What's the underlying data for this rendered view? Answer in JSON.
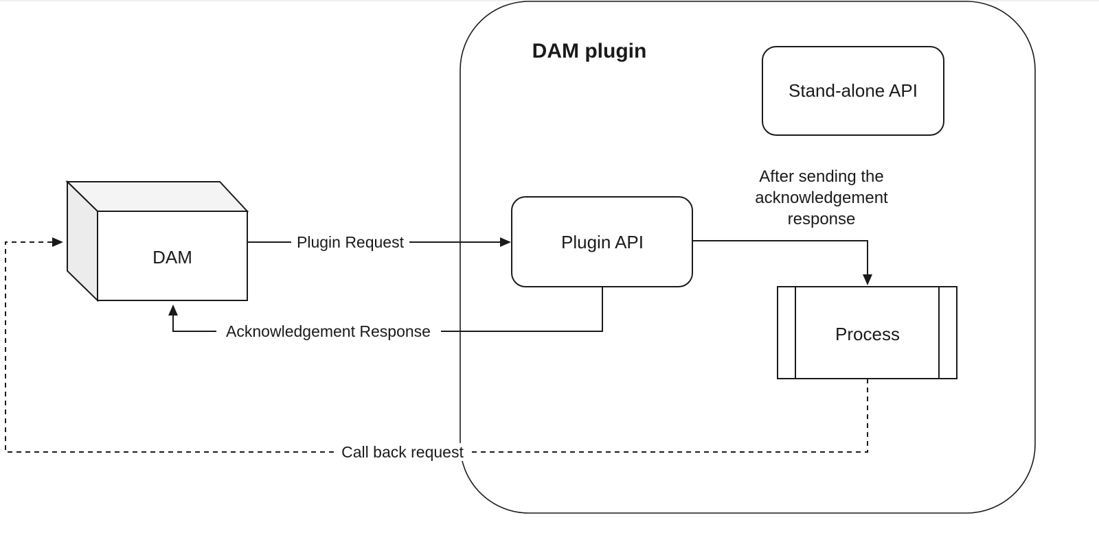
{
  "diagram": {
    "container": {
      "label": "DAM plugin"
    },
    "nodes": {
      "dam": {
        "label": "DAM",
        "shape": "cube"
      },
      "standalone_api": {
        "label": "Stand-alone API",
        "shape": "rounded-rect"
      },
      "plugin_api": {
        "label": "Plugin API",
        "shape": "rounded-rect"
      },
      "process": {
        "label": "Process",
        "shape": "predefined-process"
      }
    },
    "edges": {
      "plugin_request": {
        "label": "Plugin Request",
        "style": "solid",
        "from": "DAM",
        "to": "Plugin API"
      },
      "acknowledgement_response": {
        "label": "Acknowledgement Response",
        "style": "solid",
        "from": "Plugin API",
        "to": "DAM"
      },
      "after_ack": {
        "label": "",
        "style": "solid",
        "from": "Plugin API",
        "to": "Process"
      },
      "callback_request": {
        "label": "Call back request",
        "style": "dashed",
        "from": "Process",
        "to": "DAM"
      }
    },
    "annotation": {
      "lines": [
        "After sending the",
        "acknowledgement",
        "response"
      ]
    }
  },
  "colors": {
    "stroke": "#1a1a1a",
    "shape_fill": "#ffffff",
    "cube_top_fill": "#f4f4f4",
    "cube_side_fill": "#ececec",
    "background": "#ffffff"
  }
}
